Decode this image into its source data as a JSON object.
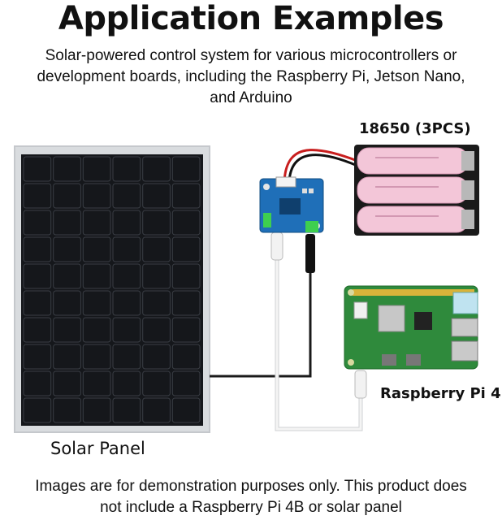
{
  "header": {
    "title": "Application Examples",
    "subtitle_lines": [
      "Solar-powered control system for various microcontrollers or",
      "development boards, including the Raspberry Pi, Jetson Nano,",
      "and Arduino"
    ]
  },
  "labels": {
    "battery": "18650 (3PCS)",
    "raspberry_pi": "Raspberry Pi 4",
    "solar_panel": "Solar Panel"
  },
  "footer": {
    "lines": [
      "Images are for demonstration purposes only. This product does",
      "not include a Raspberry Pi 4B or solar panel"
    ]
  },
  "colors": {
    "panel_frame": "#d9dcdf",
    "panel_cell": "#15171b",
    "battery_wrap": "#f3c6d8",
    "battery_holder": "#1a1a1a",
    "pcb_green": "#2f8a3c",
    "module_blue": "#1f6fb8"
  }
}
